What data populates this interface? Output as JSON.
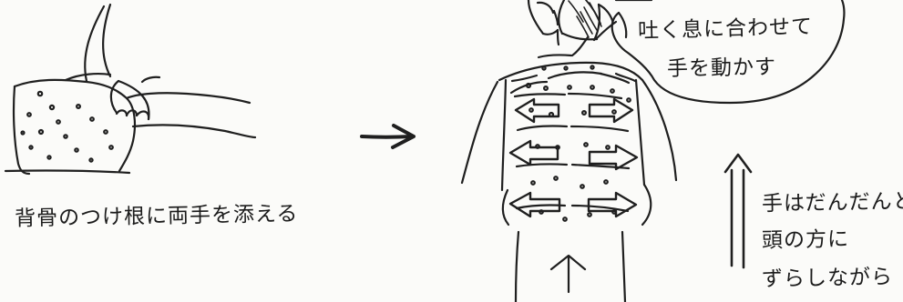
{
  "illustration": {
    "left_caption": "背骨のつけ根に両手を添える",
    "speech_bubble": {
      "line1": "吐く息に合わせて",
      "line2": "手を動かす"
    },
    "right_caption": {
      "line1": "手はだんだんと",
      "line2": "頭の方に",
      "line3": "ずらしながら"
    },
    "ink_color": "#1a1a1a",
    "paper_color": "#fbfbf9"
  }
}
